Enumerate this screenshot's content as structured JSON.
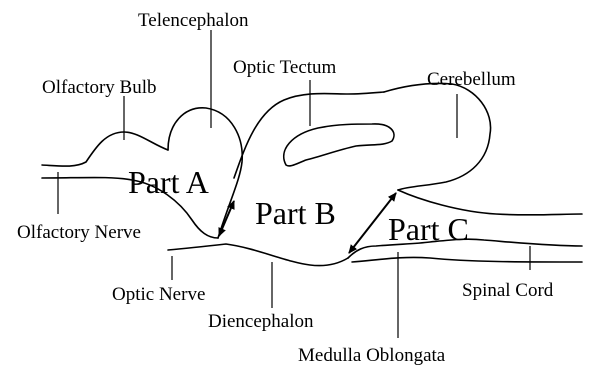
{
  "labels": {
    "telencephalon": "Telencephalon",
    "olfactory_bulb": "Olfactory Bulb",
    "optic_tectum": "Optic Tectum",
    "cerebellum": "Cerebellum",
    "olfactory_nerve": "Olfactory Nerve",
    "optic_nerve": "Optic Nerve",
    "diencephalon": "Diencephalon",
    "medulla_oblongata": "Medulla Oblongata",
    "spinal_cord": "Spinal Cord"
  },
  "parts": {
    "a": "Part A",
    "b": "Part B",
    "c": "Part C"
  }
}
